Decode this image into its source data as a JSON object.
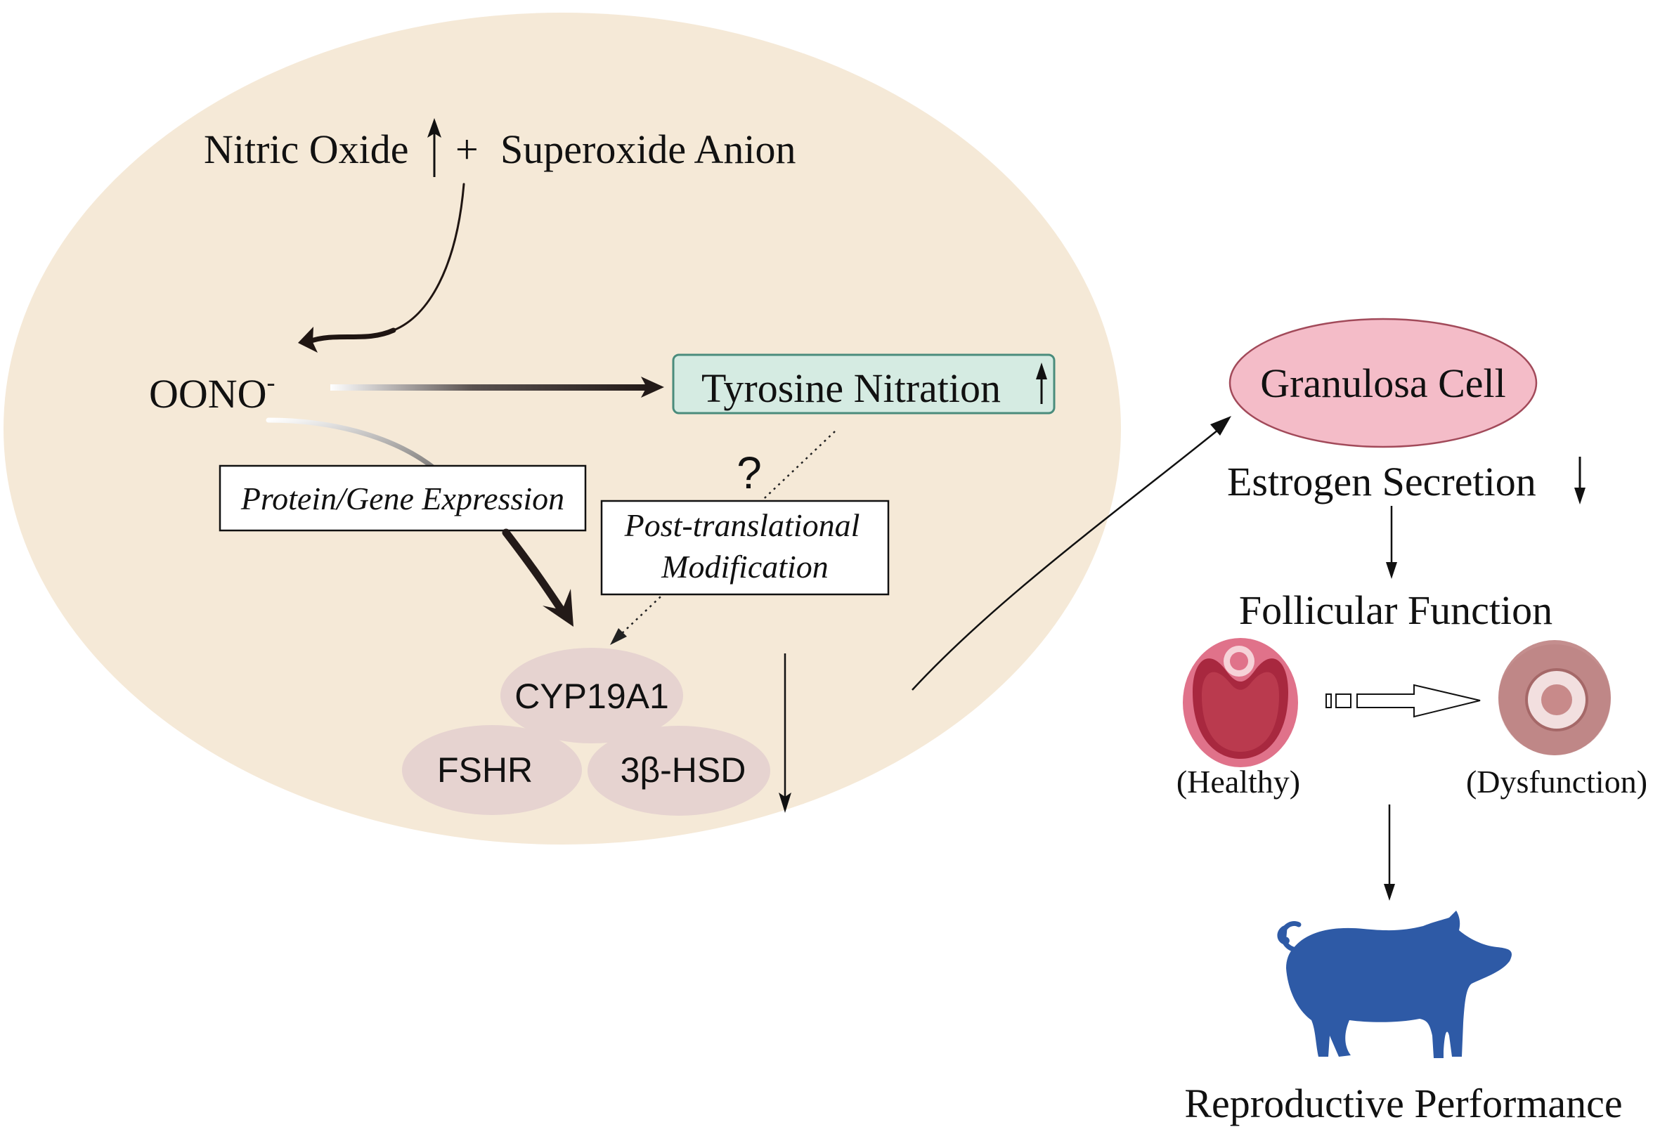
{
  "colors": {
    "cell_background": "#f5e9d7",
    "tyrosine_box_fill": "#d5ebe2",
    "tyrosine_box_stroke": "#4a8c7c",
    "enzyme_fill": "#e6d3d0",
    "granulosa_fill": "#f4bcc8",
    "granulosa_stroke": "#a24a5a",
    "pig_fill": "#2e5aa6",
    "healthy_follicle_outer": "#e0728a",
    "healthy_follicle_inner": "#b83548",
    "dysfunction_follicle_outer": "#c48e8e",
    "arrow_color": "#1a1412"
  },
  "cell": {
    "reactants": {
      "nitric_oxide": "Nitric Oxide",
      "plus": "+",
      "superoxide": "Superoxide Anion"
    },
    "peroxynitrite": {
      "base": "OONO",
      "charge": "-"
    },
    "tyrosine_nitration": "Tyrosine Nitration",
    "protein_gene_expression": "Protein/Gene Expression",
    "question_mark": "?",
    "post_translational": {
      "line1": "Post-translational",
      "line2": "Modification"
    },
    "enzymes": {
      "cyp19a1": "CYP19A1",
      "fshr": "FSHR",
      "hsd": "3β-HSD"
    }
  },
  "pathway": {
    "granulosa_cell": "Granulosa Cell",
    "estrogen_secretion": "Estrogen Secretion",
    "follicular_function": "Follicular Function",
    "healthy_label": "(Healthy)",
    "dysfunction_label": "(Dysfunction)",
    "reproductive_performance": "Reproductive Performance"
  },
  "icons": {
    "increase": "up-arrow",
    "decrease": "down-arrow",
    "animal": "pig"
  }
}
